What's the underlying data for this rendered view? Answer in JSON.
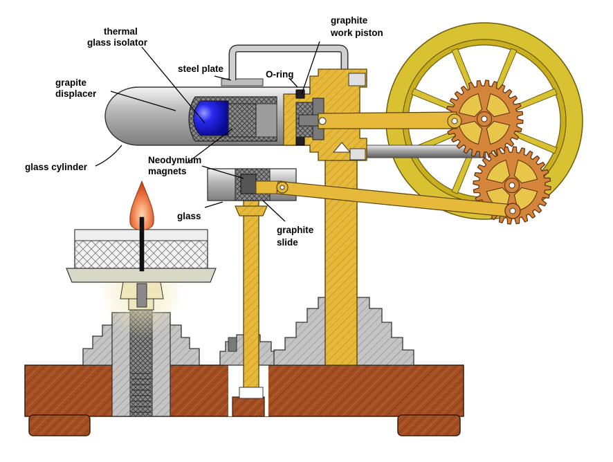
{
  "labels": {
    "thermal_1": "thermal",
    "thermal_2": "glass isolator",
    "graphite_piston_1": "graphite",
    "graphite_piston_2": "work piston",
    "steel_plate": "steel plate",
    "oring": "O-ring",
    "displacer_1": "grapite",
    "displacer_2": "displacer",
    "glass_cylinder": "glass cylinder",
    "neodymium_1": "Neodymium",
    "neodymium_2": "magnets",
    "glass": "glass",
    "graphite_slide_1": "graphite",
    "graphite_slide_2": "slide"
  },
  "colors": {
    "brass": "#E6B93A",
    "brass_dark": "#9A7412",
    "flywheel": "#D9C232",
    "gear": "#D4853A",
    "wood": "#A24D22",
    "steel": "#BEBEBE",
    "blue_displacer": "#1515E0",
    "flame": "#F08050"
  }
}
